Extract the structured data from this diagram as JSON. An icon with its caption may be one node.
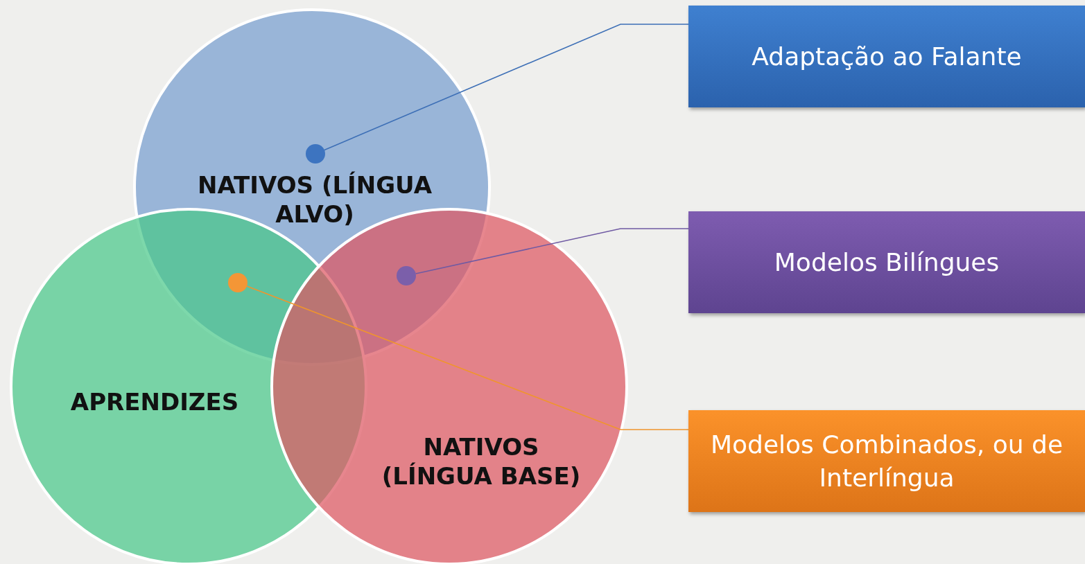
{
  "diagram": {
    "nodes": [
      {
        "text": [
          "NATIVOS (LÍNGUA ALVO)"
        ]
      },
      {
        "text": [
          "APRENDIZES"
        ]
      },
      {
        "text": [
          "NATIVOS (LÍNGUA BASE)"
        ]
      },
      {
        "text": [],
        "shape": "circle",
        "in": 0
      },
      {
        "text": [],
        "shape": "circle"
      },
      {
        "text": [],
        "shape": "circle"
      },
      {
        "text": [
          "Adaptação ao Falante"
        ]
      },
      {
        "text": [
          "Modelos Bilíngues"
        ]
      },
      {
        "text": [
          "Modelos Combinados, ou de Interlíngua"
        ]
      }
    ],
    "edges": [
      {
        "from": 3,
        "to": 6,
        "arrow": "none",
        "color": "#3d6fb6"
      },
      {
        "from": 5,
        "to": 7,
        "arrow": "none",
        "color": "#6f5aa3"
      },
      {
        "from": 4,
        "to": 8,
        "arrow": "none",
        "color": "#f0952c"
      }
    ]
  }
}
